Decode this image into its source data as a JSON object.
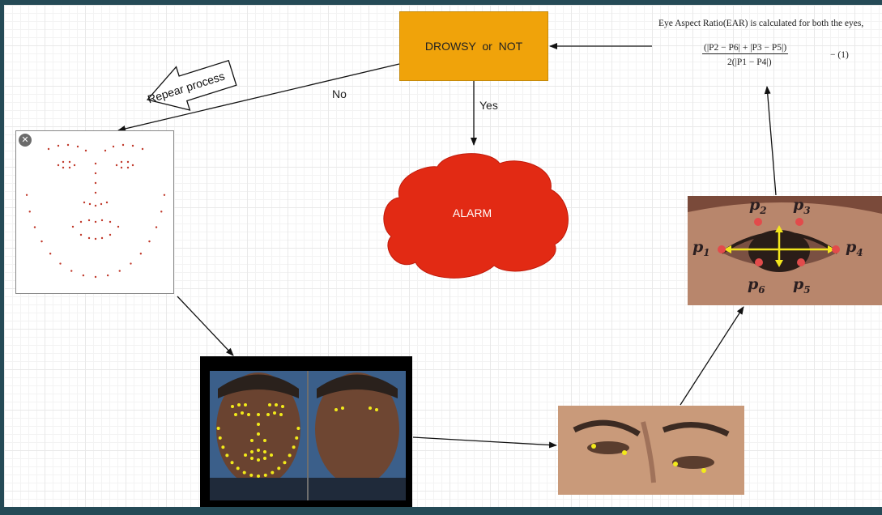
{
  "decision": {
    "label": "DROWSY  or  NOT"
  },
  "labels": {
    "no": "No",
    "yes": "Yes",
    "alarm": "ALARM",
    "repeat": "Repear process"
  },
  "formula": {
    "title": "Eye Aspect Ratio(EAR) is calculated for both the eyes,",
    "numerator": "(|P2 − P6| + |P3 − P5|)",
    "denominator": "2(|P1 − P4|)",
    "eq_number": "− (1)"
  },
  "eye_points": [
    {
      "letter": "p",
      "sub": "1"
    },
    {
      "letter": "p",
      "sub": "2"
    },
    {
      "letter": "p",
      "sub": "3"
    },
    {
      "letter": "p",
      "sub": "4"
    },
    {
      "letter": "p",
      "sub": "5"
    },
    {
      "letter": "p",
      "sub": "6"
    }
  ],
  "landmark_panel": {
    "close_icon": "✕"
  },
  "colors": {
    "decision": "#f0a30a",
    "alarm": "#e22a14",
    "eye_point": "#e24b4b",
    "face_dot": "#f2ea1a"
  }
}
